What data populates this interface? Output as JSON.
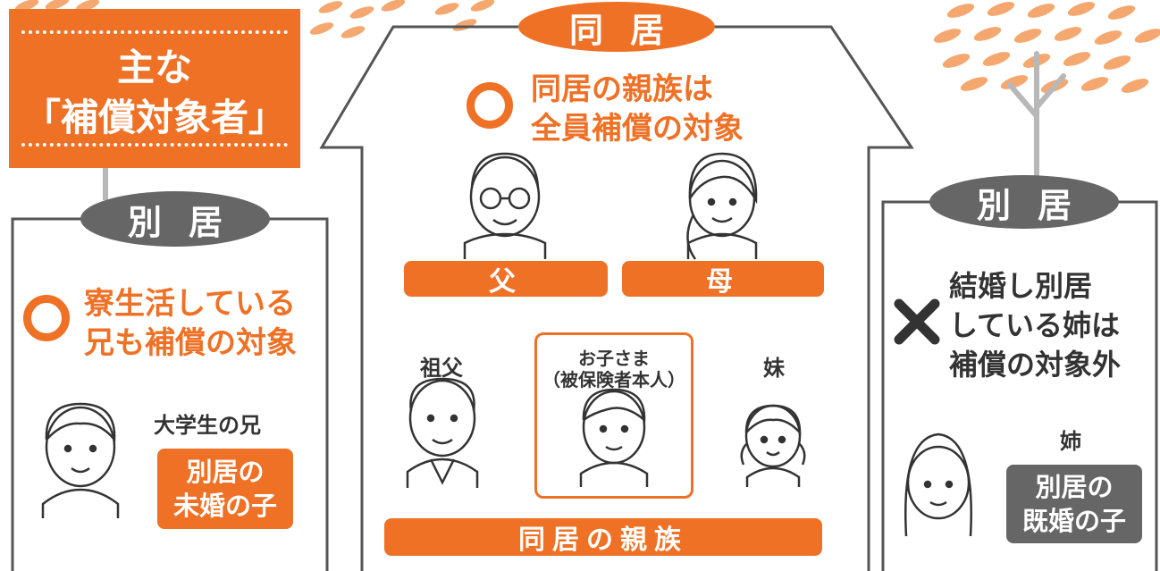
{
  "title": {
    "text": "主な\n「補償対象者」"
  },
  "left_house": {
    "pill": "別居",
    "statement": "寮生活している\n兄も補償の対象",
    "person_label": "大学生の兄",
    "tag": "別居の\n未婚の子"
  },
  "center_house": {
    "pill": "同居",
    "statement": "同居の親族は\n全員補償の対象",
    "father_label": "父",
    "mother_label": "母",
    "grandfather_label": "祖父",
    "child_label": "お子さま\n（被保険者本人）",
    "sister_label": "妹",
    "bottom_bar": "同居の親族"
  },
  "right_house": {
    "pill": "別居",
    "statement": "結婚し別居\nしている姉は\n補償の対象外",
    "person_label": "姉",
    "tag": "別居の\n既婚の子"
  },
  "colors": {
    "orange": "#ee7126",
    "grey": "#666666",
    "tree": "#f4a870",
    "line": "#555555"
  },
  "icons": [
    "circle-mark-icon",
    "cross-mark-icon",
    "tree-icon",
    "person-icon"
  ]
}
